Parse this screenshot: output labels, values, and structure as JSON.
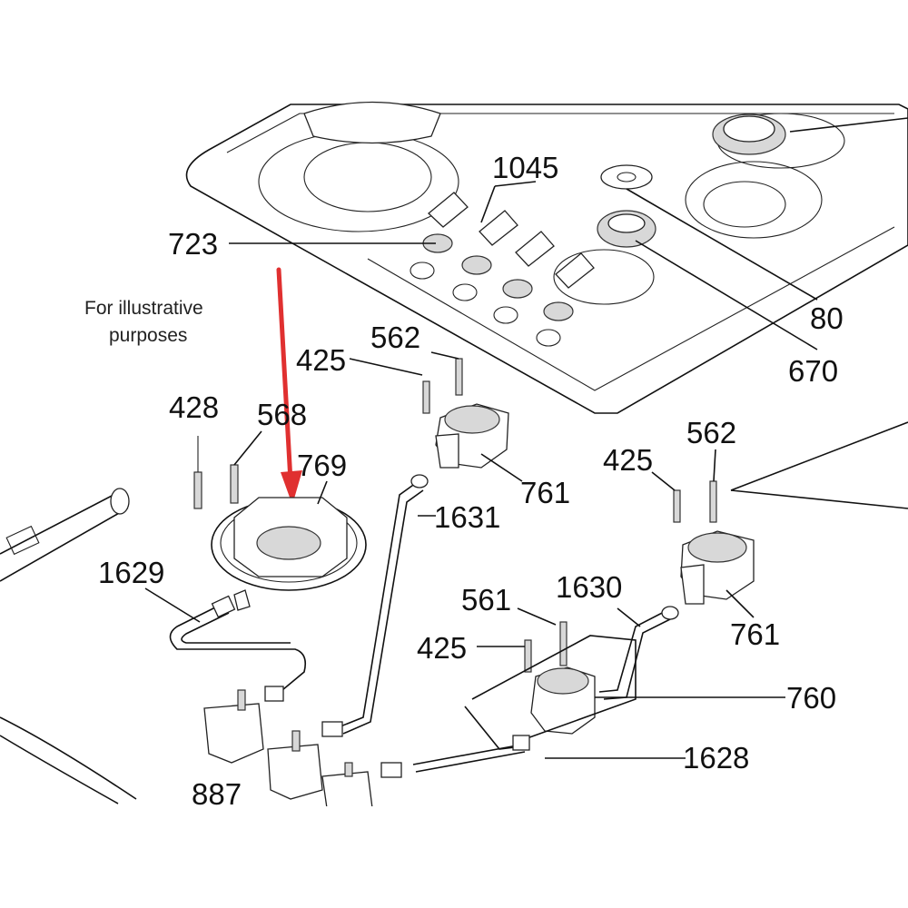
{
  "note": {
    "line1": "For illustrative",
    "line2": "purposes"
  },
  "labels": {
    "p1045": "1045",
    "p723": "723",
    "p80": "80",
    "p670": "670",
    "p562a": "562",
    "p425a": "425",
    "p428": "428",
    "p568": "568",
    "p769": "769",
    "p761a": "761",
    "p1631": "1631",
    "p425b": "425",
    "p562b": "562",
    "p1629": "1629",
    "p761b": "761",
    "p561": "561",
    "p1630": "1630",
    "p425c": "425",
    "p760": "760",
    "p1628": "1628",
    "p887": "887"
  },
  "colors": {
    "arrow": "#e03030",
    "ink": "#111111"
  }
}
